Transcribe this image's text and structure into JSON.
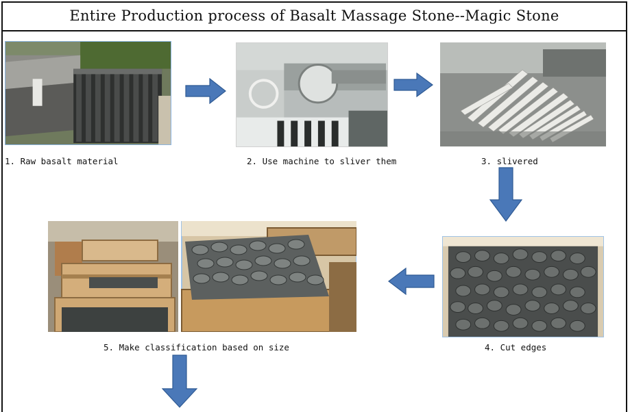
{
  "title": "Entire Production process of Basalt Massage Stone--Magic Stone",
  "steps": [
    {
      "caption": "1. Raw basalt material",
      "photo": "raw-basalt-slabs-photo"
    },
    {
      "caption": "2. Use machine to sliver them",
      "photo": "cutting-machine-photo"
    },
    {
      "caption": "3.  slivered",
      "photo": "slivered-strips-photo"
    },
    {
      "caption": "4. Cut edges",
      "photo": "cut-edge-stones-photo"
    },
    {
      "caption": "5. Make classification based on size",
      "photo": "sorted-crates-photo"
    }
  ],
  "arrows": [
    "right",
    "right",
    "down",
    "left",
    "down"
  ],
  "colors": {
    "arrow_fill": "#4a78b8",
    "arrow_stroke": "#2f5a93",
    "photo_border": "#8ab4e0"
  }
}
